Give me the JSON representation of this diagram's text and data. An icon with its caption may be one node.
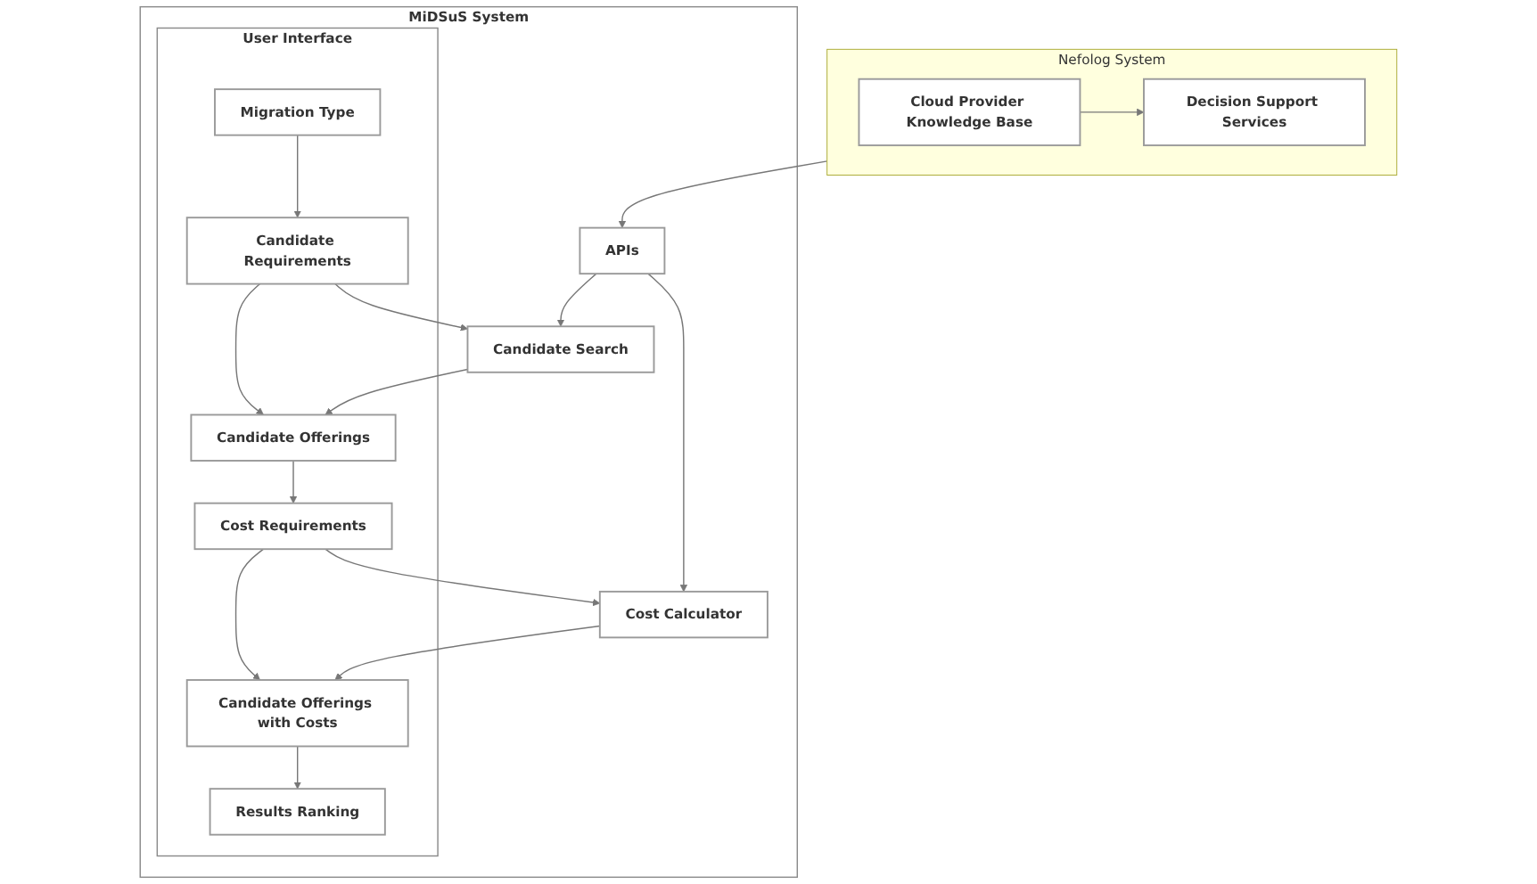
{
  "diagram": {
    "nodes": [
      {
        "text": [
          "MiDSuS System"
        ]
      },
      {
        "text": [
          "User Interface"
        ],
        "in": 0
      },
      {
        "text": [
          "Migration Type"
        ],
        "in": 1
      },
      {
        "text": [
          "Candidate Requirements"
        ],
        "in": 1
      },
      {
        "text": [
          "Candidate Offerings"
        ],
        "in": 1
      },
      {
        "text": [
          "Cost Requirements"
        ],
        "in": 1
      },
      {
        "text": [
          "Candidate Offerings with Costs"
        ],
        "in": 1
      },
      {
        "text": [
          "Results Ranking"
        ],
        "in": 1
      },
      {
        "text": [
          "Candidate Search"
        ],
        "in": 0
      },
      {
        "text": [
          "APIs"
        ],
        "in": 0
      },
      {
        "text": [
          "Cost Calculator"
        ],
        "in": 0
      },
      {
        "text": [
          "Nefolog System"
        ]
      },
      {
        "text": [
          "Decision Support Services"
        ],
        "in": 11
      },
      {
        "text": [
          "Cloud Provider Knowledge Base"
        ],
        "in": 11
      }
    ],
    "edges": [
      {
        "from": 2,
        "to": 3,
        "arrow": "to"
      },
      {
        "from": 3,
        "to": 4,
        "arrow": "to"
      },
      {
        "from": 4,
        "to": 5,
        "arrow": "to"
      },
      {
        "from": 5,
        "to": 6,
        "arrow": "to"
      },
      {
        "from": 6,
        "to": 7,
        "arrow": "to"
      },
      {
        "from": 3,
        "to": 8,
        "arrow": "to"
      },
      {
        "from": 8,
        "to": 4,
        "arrow": "to"
      },
      {
        "from": 5,
        "to": 10,
        "arrow": "to"
      },
      {
        "from": 10,
        "to": 6,
        "arrow": "to"
      },
      {
        "from": 9,
        "to": 8,
        "arrow": "to"
      },
      {
        "from": 9,
        "to": 10,
        "arrow": "to"
      },
      {
        "from": 11,
        "to": 9,
        "arrow": "to"
      },
      {
        "from": 13,
        "to": 12,
        "arrow": "to"
      }
    ]
  }
}
